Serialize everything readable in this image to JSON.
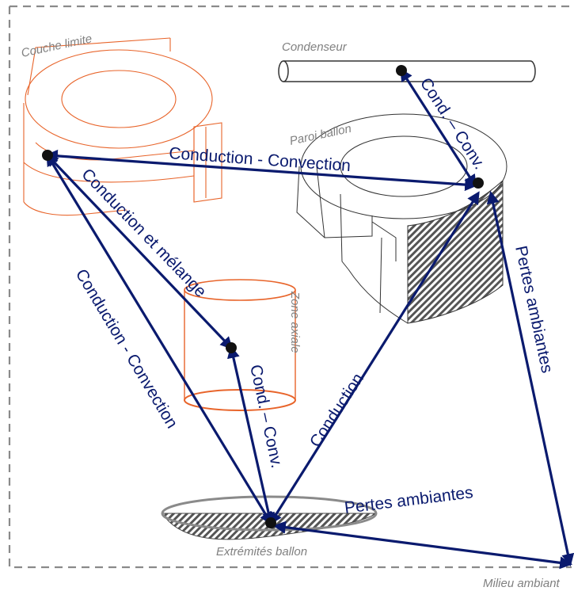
{
  "labels": {
    "couche_limite": "Couche limite",
    "condenseur": "Condenseur",
    "paroi_ballon": "Paroi ballon",
    "zone_axiale": "Zone axiale",
    "extremites_ballon": "Extrémités ballon",
    "milieu_ambiant": "Milieu ambiant"
  },
  "links": {
    "conduction_convection_top": "Conduction - Convection",
    "conduction_et_melange": "Conduction et mélange",
    "conduction_convection_left": "Conduction - Convection",
    "cond_conv_condenseur": "Cond. – Conv.",
    "cond_conv_axiale": "Cond. – Conv.",
    "conduction": "Conduction",
    "pertes_ambiantes_right": "Pertes ambiantes",
    "pertes_ambiantes_bottom": "Pertes ambiantes"
  },
  "colors": {
    "arrow": "#0a1a6e",
    "orange": "#e8642a",
    "gray_text": "#808080",
    "dashed_border": "#8a8a8a"
  }
}
